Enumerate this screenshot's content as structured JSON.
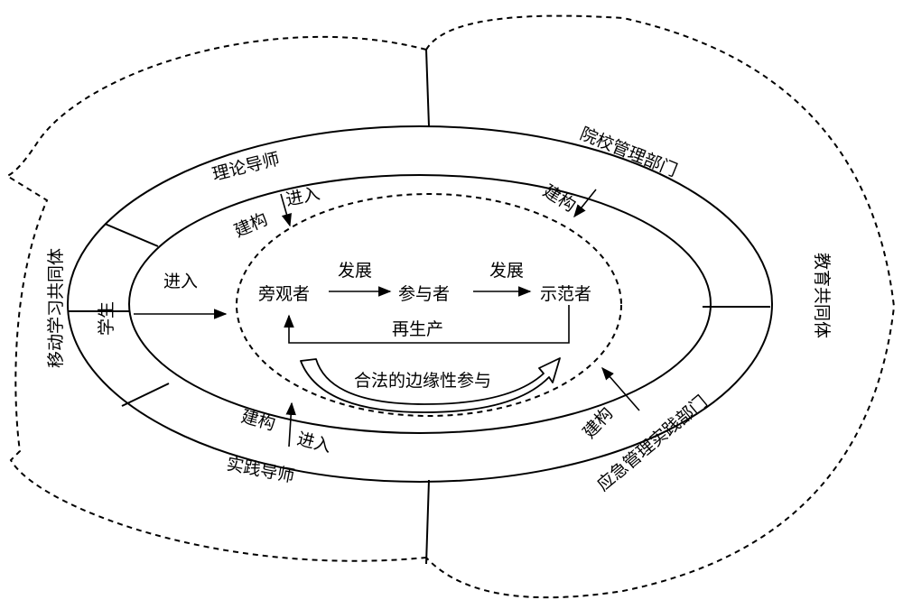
{
  "outer_community": {
    "left_label": "移动学习共同体",
    "right_label": "教育共同体"
  },
  "ring_labels": {
    "theory_mentor": "理论导师",
    "school_management": "院校管理部门",
    "student": "学生",
    "practice_mentor": "实践导师",
    "emergency_management": "应急管理实践部门"
  },
  "arrow_labels": {
    "construct_top_left": "建构",
    "enter_top_left": "进入",
    "construct_top_right": "建构",
    "enter_left": "进入",
    "construct_bottom_left": "建构",
    "enter_bottom_left": "进入",
    "construct_bottom_right": "建构"
  },
  "core": {
    "bystander": "旁观者",
    "develop_1": "发展",
    "participant": "参与者",
    "develop_2": "发展",
    "exemplar": "示范者",
    "reproduction": "再生产",
    "lpp": "合法的边缘性参与"
  }
}
